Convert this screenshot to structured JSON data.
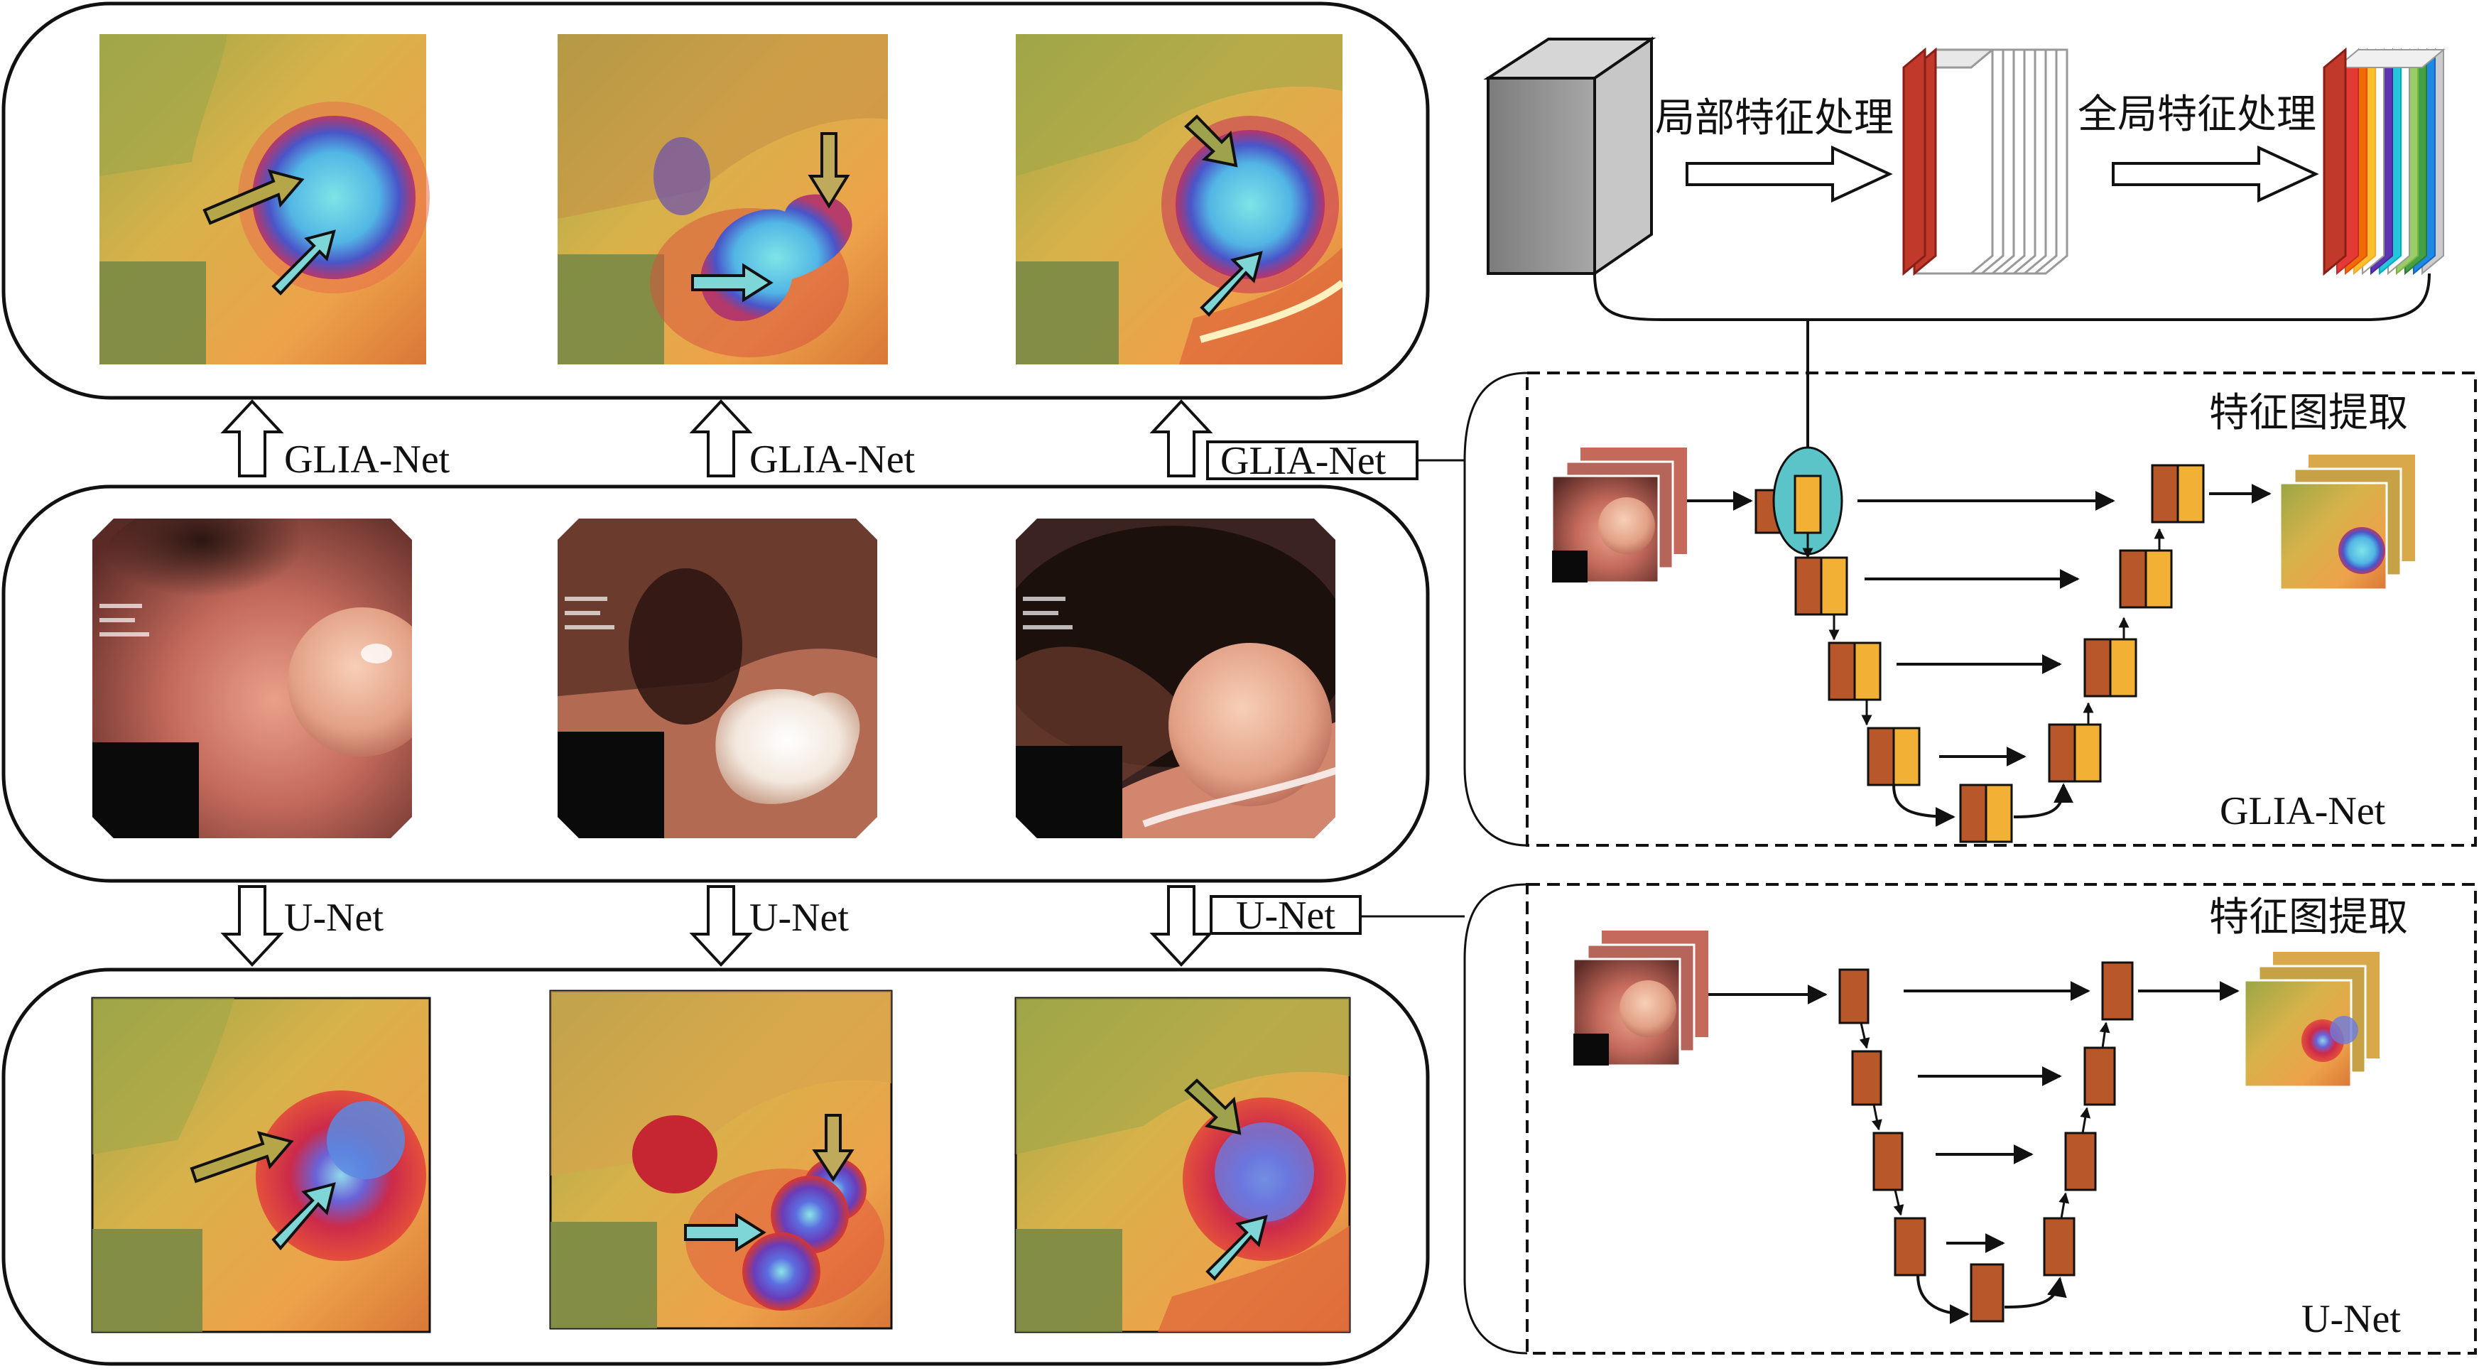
{
  "labels": {
    "glia_net": "GLIA-Net",
    "u_net": "U-Net",
    "local_processing": "局部特征处理",
    "global_processing": "全局特征处理",
    "feature_extraction": "特征图提取"
  },
  "rows": {
    "glia_outputs": [
      "polyp-1",
      "polyp-2",
      "polyp-3"
    ],
    "inputs": [
      "polyp-1",
      "polyp-2",
      "polyp-3"
    ],
    "unet_outputs": [
      "polyp-1",
      "polyp-2",
      "polyp-3"
    ]
  },
  "colors": {
    "block_brown": "#b8582a",
    "block_orange": "#f2b134",
    "highlight_teal": "#5bc4c8",
    "arrow_teal": "#7fd6d6",
    "page_red": "#c0392b"
  }
}
